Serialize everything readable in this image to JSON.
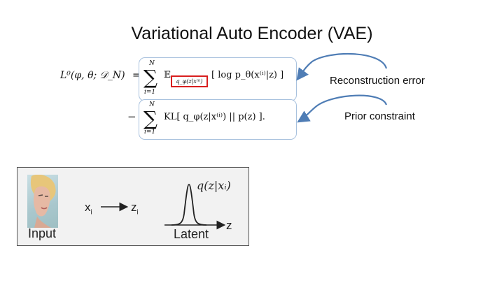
{
  "slide": {
    "title": "Variational Auto Encoder (VAE)"
  },
  "equation": {
    "lhs": "L⁰(φ, θ; 𝒟_N)",
    "equals": "=",
    "sum_upper": "N",
    "sum_lower": "i=1",
    "line1": {
      "expectation": "𝔼",
      "subscript_highlighted": "q_φ(z|x⁽ⁱ⁾)",
      "body": "[ log p_θ(x⁽ⁱ⁾|z) ]"
    },
    "minus": "−",
    "line2": {
      "body": "KL[ q_φ(z|x⁽ⁱ⁾) || p(z) ]."
    }
  },
  "callouts": {
    "reconstruction": "Reconstruction error",
    "prior": "Prior constraint"
  },
  "diagram": {
    "input_label": "Input",
    "x_label": "x",
    "x_sub": "i",
    "z_label": "z",
    "z_sub": "i",
    "latent_label": "Latent",
    "axis_label": "z",
    "posterior_label": "q(z|xᵢ)"
  },
  "colors": {
    "box_border": "#a8c1de",
    "highlight_red": "#d81e1e",
    "arrow_blue": "#4f7db5"
  }
}
